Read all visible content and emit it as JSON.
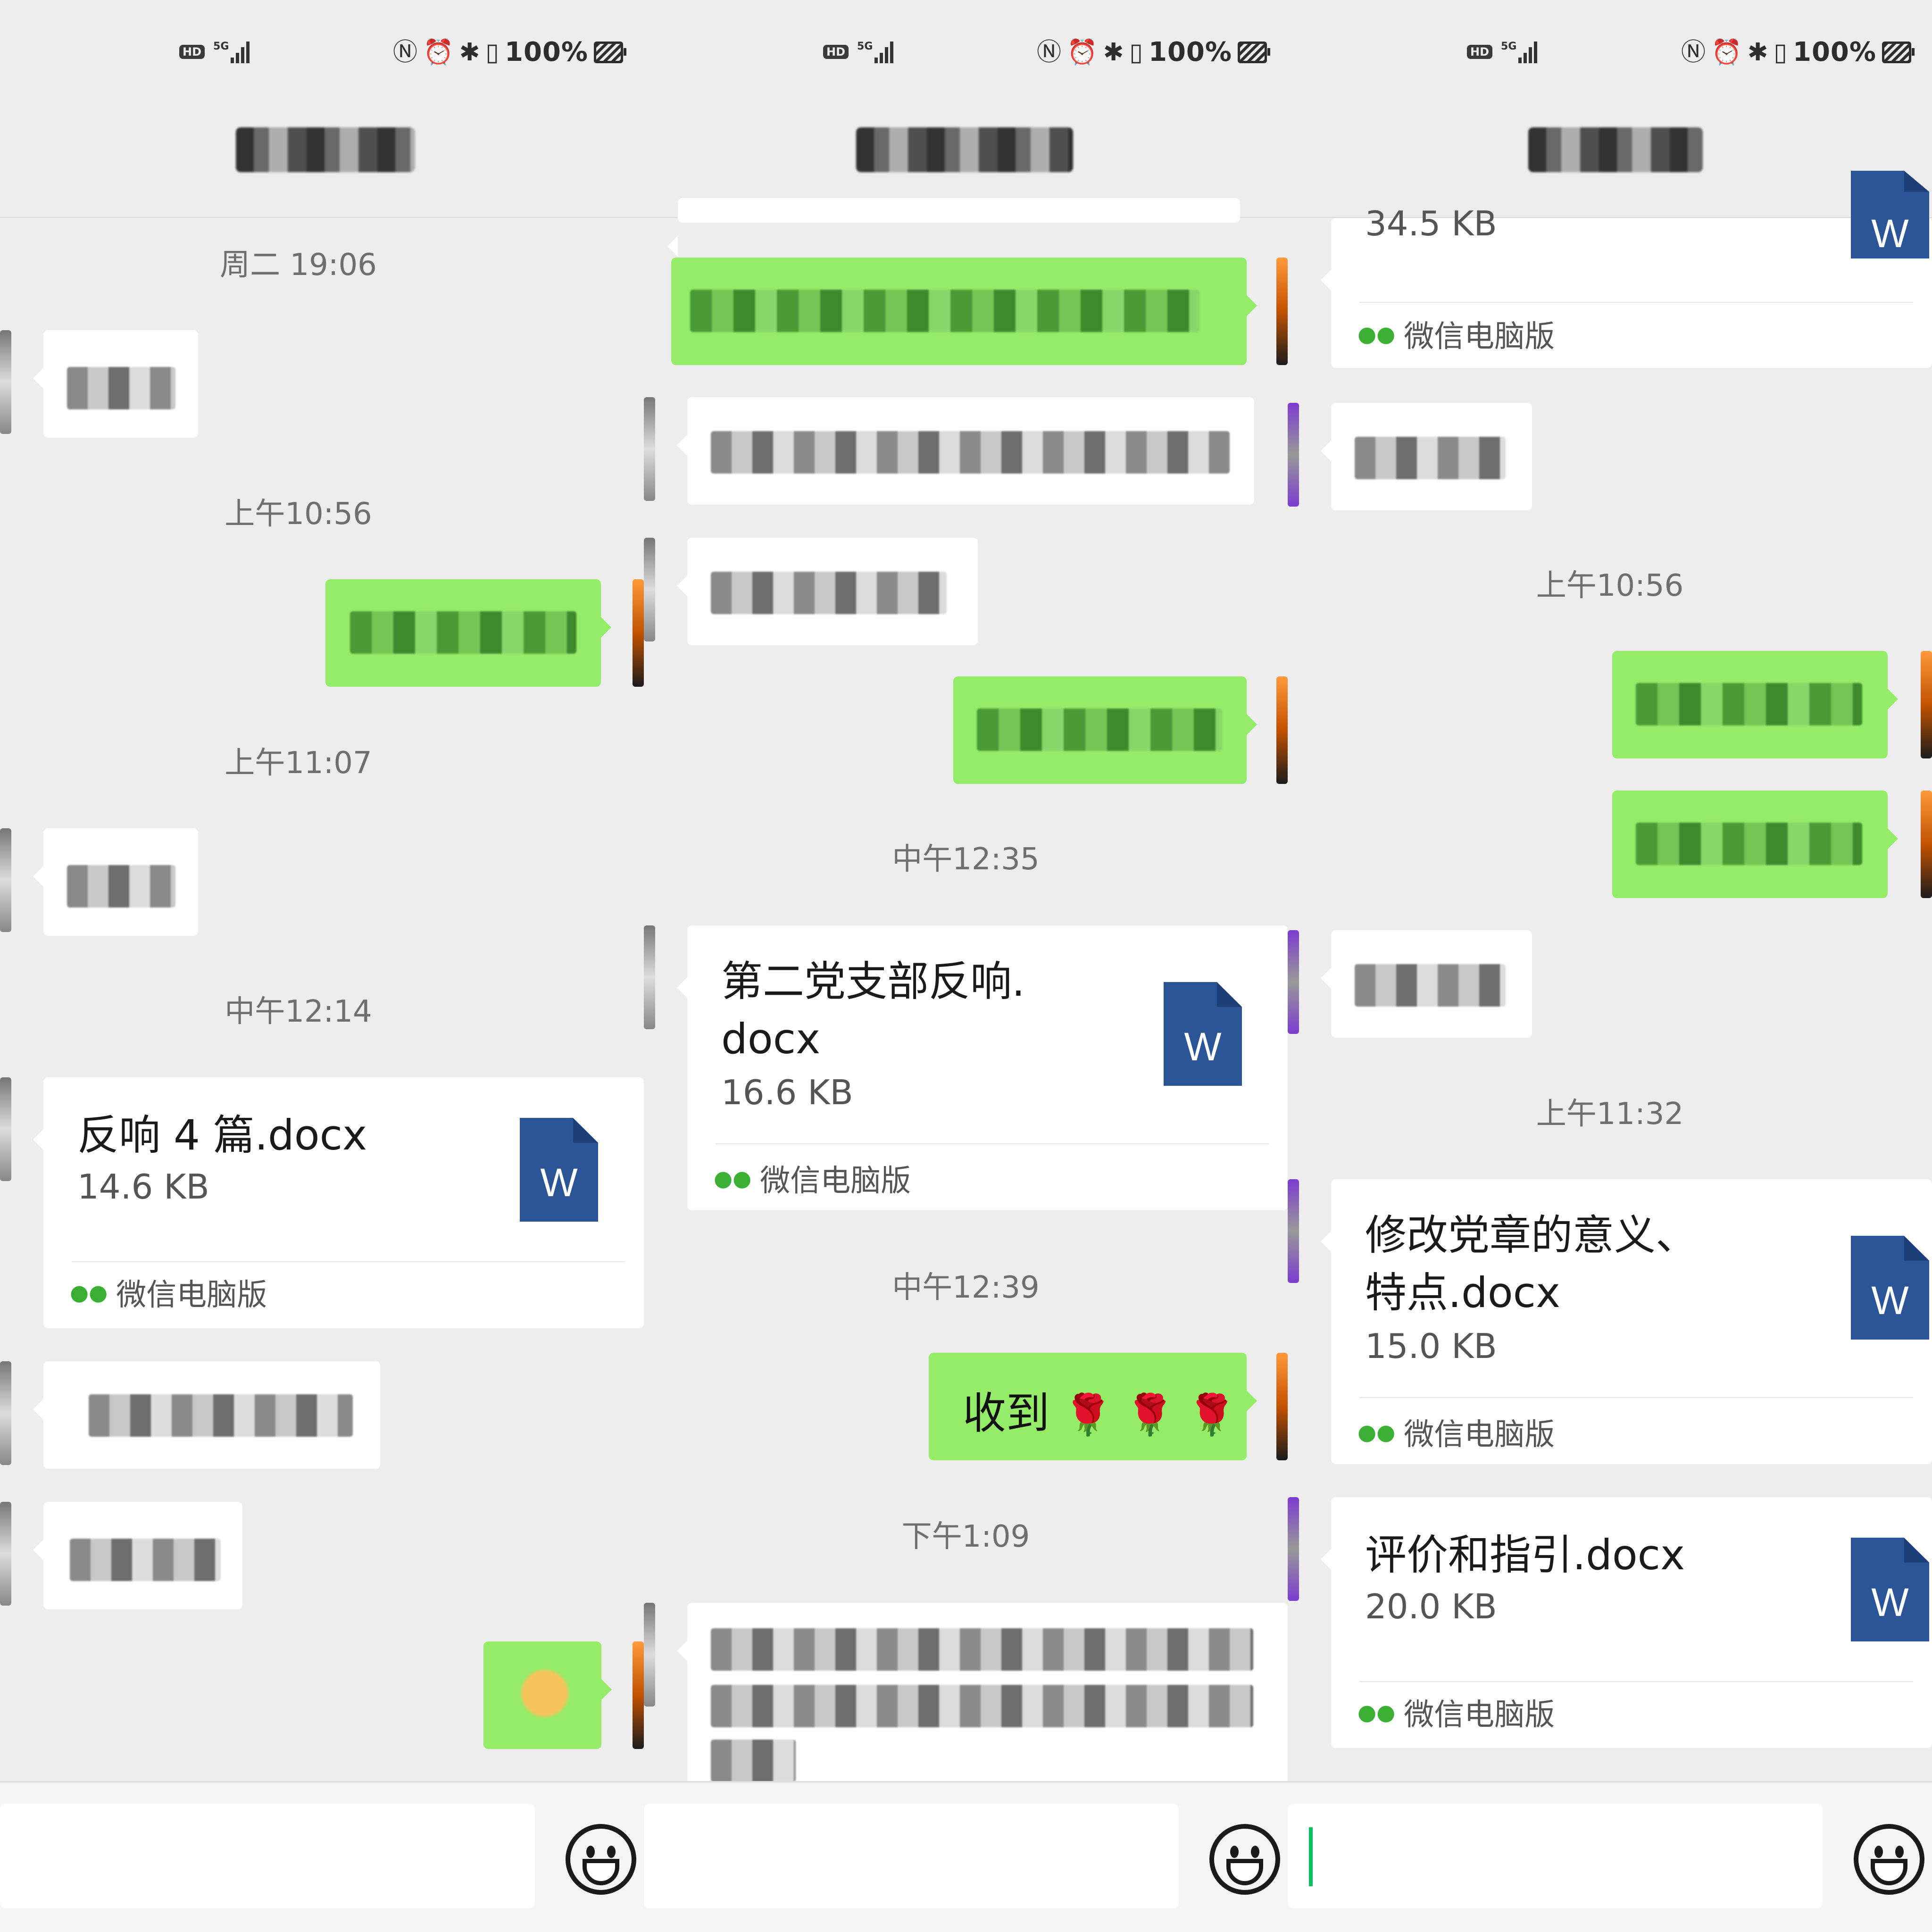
{
  "status_bar": {
    "hd_badge": "HD",
    "network": "5G",
    "icons": [
      "nfc-icon",
      "alarm-icon",
      "bluetooth-icon",
      "vibrate-icon"
    ],
    "battery_text": "100%"
  },
  "panels": [
    {
      "timestamps": [
        "周二 19:06",
        "上午10:56",
        "上午11:07",
        "中午12:14"
      ],
      "file_card": {
        "name": "反响 4 篇.docx",
        "size": "14.6 KB",
        "icon_letter": "W",
        "source": "微信电脑版"
      }
    },
    {
      "timestamps": [
        "中午12:35",
        "中午12:39",
        "下午1:09"
      ],
      "file_card": {
        "name_line1": "第二党支部反响.",
        "name_line2": "docx",
        "size": "16.6 KB",
        "icon_letter": "W",
        "source": "微信电脑版"
      },
      "reply_text": "收到",
      "reply_emoji": "🌹 🌹 🌹"
    },
    {
      "partial_card": {
        "size": "34.5 KB",
        "icon_letter": "W",
        "source": "微信电脑版"
      },
      "timestamps": [
        "上午10:56",
        "上午11:32"
      ],
      "file_card_1": {
        "name_line1": "修改党章的意义、",
        "name_line2": "特点.docx",
        "size": "15.0 KB",
        "icon_letter": "W",
        "source": "微信电脑版"
      },
      "file_card_2": {
        "name": "评价和指引.docx",
        "size": "20.0 KB",
        "icon_letter": "W",
        "source": "微信电脑版"
      }
    }
  ],
  "colors": {
    "background": "#ededed",
    "bubble_green": "#95ec69",
    "word_blue": "#2b5597",
    "wechat_green": "#07c160"
  }
}
